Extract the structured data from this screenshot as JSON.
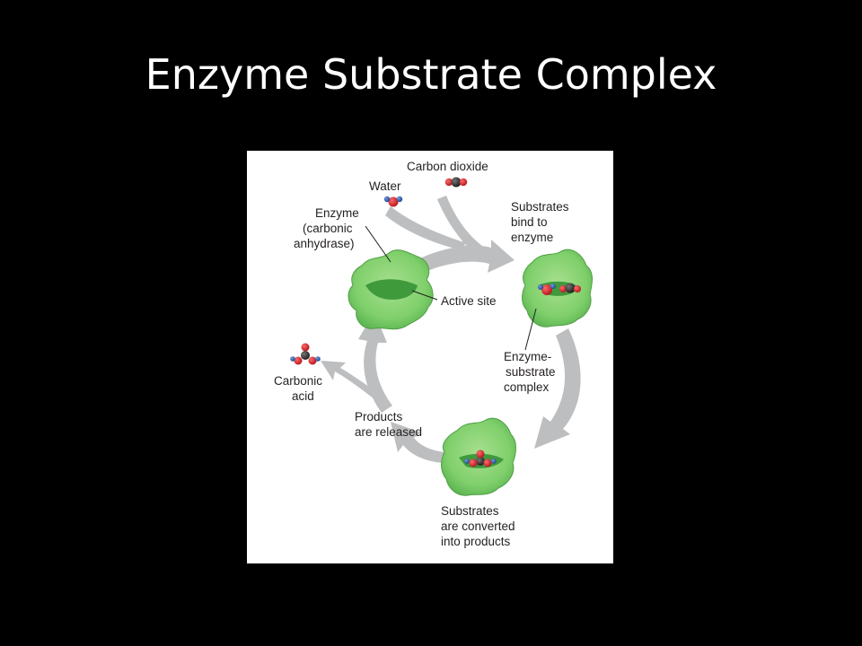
{
  "slide": {
    "title": "Enzyme Substrate Complex"
  },
  "figure": {
    "labels": {
      "carbon_dioxide": "Carbon dioxide",
      "water": "Water",
      "enzyme": [
        "Enzyme",
        "(carbonic",
        "anhydrase)"
      ],
      "active_site": "Active site",
      "substrates_bind": [
        "Substrates",
        "bind to",
        "enzyme"
      ],
      "es_complex": [
        "Enzyme-",
        "substrate",
        "complex"
      ],
      "carbonic_acid": [
        "Carbonic",
        "acid"
      ],
      "products_released": [
        "Products",
        "are released"
      ],
      "substrates_converted": [
        "Substrates",
        "are converted",
        "into products"
      ]
    },
    "colors": {
      "slide_background": "#000000",
      "title_text": "#ffffff",
      "panel_background": "#ffffff",
      "enzyme_green": "#7fcf6b",
      "enzyme_dark_green": "#3f9a3c",
      "arrow_gray": "#bdbec0",
      "oxygen_red": "#d81f26",
      "hydrogen_blue": "#2b5fb8",
      "carbon_black": "#333333"
    }
  }
}
